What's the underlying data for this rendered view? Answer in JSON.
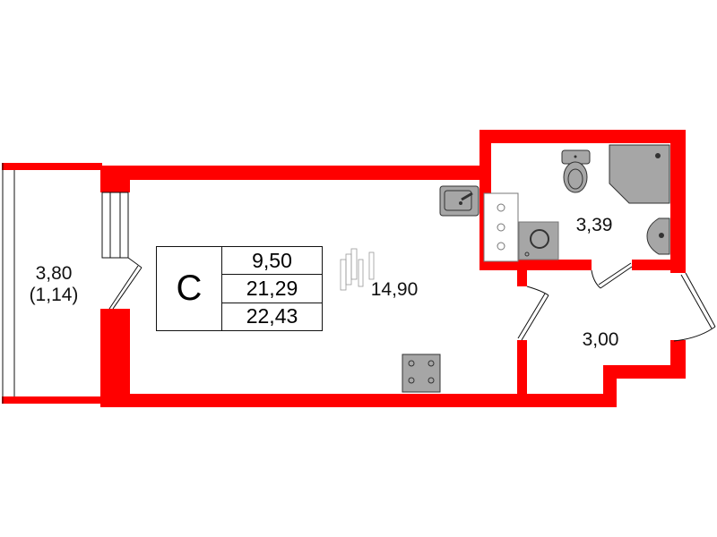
{
  "colors": {
    "wall": "#ff0000",
    "fixture": "#a6a6a6",
    "outline": "#333333"
  },
  "rooms": {
    "balcony": {
      "area": "3,80",
      "reduced_area": "(1,14)"
    },
    "living": {
      "area": "14,90"
    },
    "bathroom": {
      "area": "3,39"
    },
    "hall": {
      "area": "3,00"
    }
  },
  "summary": {
    "type": "С",
    "living_area": "9,50",
    "total_area": "21,29",
    "total_with_balcony": "22,43"
  }
}
